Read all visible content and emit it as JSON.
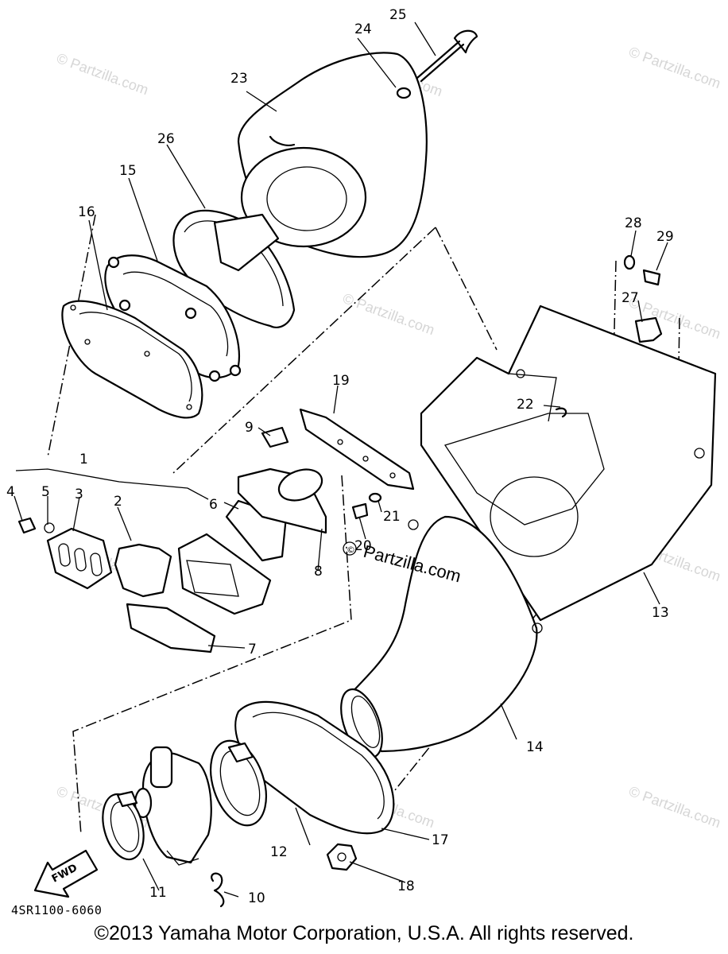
{
  "diagram": {
    "drawing_code": "4SR1100-6060",
    "copyright": "©2013  Yamaha Motor Corporation, U.S.A. All rights reserved.",
    "fwd_label": "FWD",
    "watermark_main": "Partzilla.com",
    "watermark_faint": "© Partzilla.com",
    "callouts": {
      "c1": "1",
      "c2": "2",
      "c3": "3",
      "c4": "4",
      "c5": "5",
      "c6": "6",
      "c7": "7",
      "c8": "8",
      "c9": "9",
      "c10": "10",
      "c11": "11",
      "c12": "12",
      "c13": "13",
      "c14": "14",
      "c15": "15",
      "c16": "16",
      "c17": "17",
      "c18": "18",
      "c19": "19",
      "c20": "20",
      "c21": "21",
      "c22": "22",
      "c23": "23",
      "c24": "24",
      "c25": "25",
      "c26": "26",
      "c27": "27",
      "c28": "28",
      "c29": "29"
    }
  }
}
